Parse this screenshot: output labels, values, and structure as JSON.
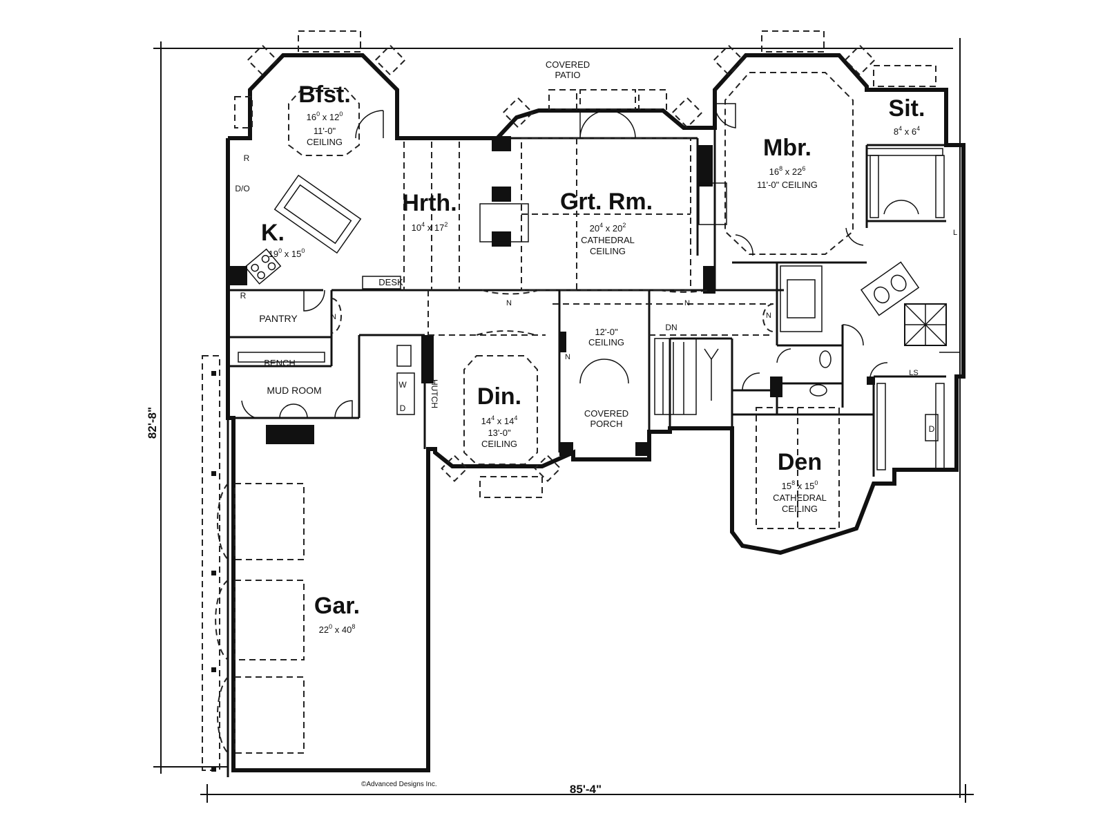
{
  "rooms": [
    {
      "id": "bfst",
      "name": "Bfst.",
      "size_a": "16",
      "sup_a": "0",
      "size_b": "12",
      "sup_b": "0",
      "notes": [
        "11'-0\"",
        "CEILING"
      ]
    },
    {
      "id": "k",
      "name": "K.",
      "size_a": "19",
      "sup_a": "0",
      "size_b": "15",
      "sup_b": "0",
      "notes": []
    },
    {
      "id": "hrth",
      "name": "Hrth.",
      "size_a": "10",
      "sup_a": "4",
      "size_b": "17",
      "sup_b": "2",
      "notes": []
    },
    {
      "id": "grt",
      "name": "Grt. Rm.",
      "size_a": "20",
      "sup_a": "4",
      "size_b": "20",
      "sup_b": "2",
      "notes": [
        "CATHEDRAL",
        "CEILING"
      ]
    },
    {
      "id": "mbr",
      "name": "Mbr.",
      "size_a": "16",
      "sup_a": "8",
      "size_b": "22",
      "sup_b": "6",
      "notes": [
        "11'-0\" CEILING"
      ]
    },
    {
      "id": "sit",
      "name": "Sit.",
      "size_a": "8",
      "sup_a": "4",
      "size_b": "6",
      "sup_b": "4",
      "notes": []
    },
    {
      "id": "din",
      "name": "Din.",
      "size_a": "14",
      "sup_a": "4",
      "size_b": "14",
      "sup_b": "4",
      "notes": [
        "13'-0\"",
        "CEILING"
      ]
    },
    {
      "id": "den",
      "name": "Den",
      "size_a": "15",
      "sup_a": "8",
      "size_b": "15",
      "sup_b": "0",
      "notes": [
        "CATHEDRAL",
        "CEILING"
      ]
    },
    {
      "id": "gar",
      "name": "Gar.",
      "size_a": "22",
      "sup_a": "0",
      "size_b": "40",
      "sup_b": "8",
      "notes": []
    }
  ],
  "labels": {
    "covered_patio": [
      "COVERED",
      "PATIO"
    ],
    "pantry": "PANTRY",
    "bench": "BENCH",
    "mud_room": "MUD ROOM",
    "desk": "DESK",
    "foyer_ceiling": [
      "12'-0\"",
      "CEILING"
    ],
    "covered_porch": [
      "COVERED",
      "PORCH"
    ],
    "hutch": "HUTCH",
    "dn": "DN",
    "refrigerator": "R",
    "double_oven": "D/O",
    "pantry_r": "R",
    "washer": "W",
    "dryer": "D",
    "ls": "LS",
    "laundry": "L",
    "dryer_mbr": "D",
    "niche": "N"
  },
  "dimensions": {
    "width": "85'-4\"",
    "depth": "82'-8\""
  },
  "copyright": "©Advanced Designs Inc."
}
